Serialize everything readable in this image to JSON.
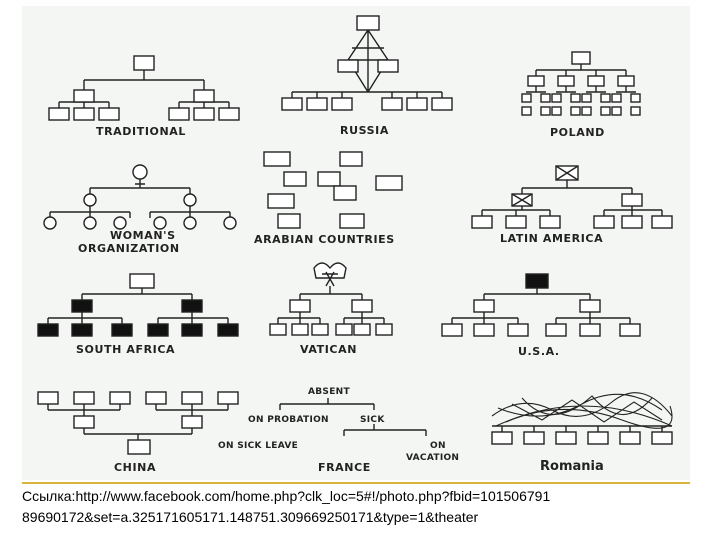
{
  "labels": {
    "traditional": "TRADITIONAL",
    "russia": "RUSSIA",
    "poland": "POLAND",
    "womans_1": "WOMAN'S",
    "womans_2": "ORGANIZATION",
    "arabian": "ARABIAN COUNTRIES",
    "latin": "LATIN AMERICA",
    "south_africa": "SOUTH AFRICA",
    "vatican": "VATICAN",
    "usa": "U.S.A.",
    "china": "CHINA",
    "france": "FRANCE",
    "romania": "Romania"
  },
  "france_nodes": {
    "absent": "ABSENT",
    "probation": "ON PROBATION",
    "sick": "SICK",
    "sick_leave": "ON SICK LEAVE",
    "on": "ON",
    "vacation": "VACATION"
  },
  "caption": {
    "line1": "Ссылка:http://www.facebook.com/home.php?clk_loc=5#!/photo.php?fbid=101506791",
    "line2": "89690172&set=a.325171605171.148751.309669250171&type=1&theater"
  },
  "colors": {
    "rule": "#d9b43a",
    "panel": "#f4f6f3",
    "ink": "#222222"
  }
}
